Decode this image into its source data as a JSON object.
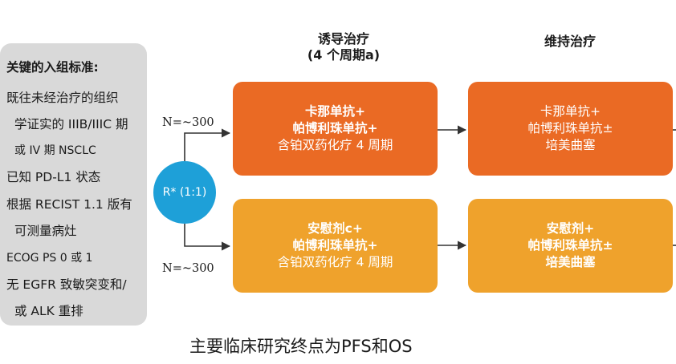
{
  "criteria": {
    "title": "关键的入组标准:",
    "items": [
      "既往未经治疗的组织",
      "学证实的 IIIB/IIIC 期",
      "或 IV 期 NSCLC",
      "已知 PD-L1 状态",
      "根据 RECIST 1.1 版有",
      "可测量病灶",
      "ECOG PS 0 或 1",
      "无 EGFR 致敏突变和/",
      "或 ALK 重排"
    ]
  },
  "phases": {
    "induction_title": "诱导治疗",
    "induction_sub": "(4 个周期a)",
    "maintenance_title": "维持治疗"
  },
  "randomization": {
    "label": "R* (1:1)"
  },
  "arms": [
    {
      "n_label": "N=~300",
      "induction": [
        "卡那单抗+",
        "帕博利珠单抗+",
        "含铂双药化疗 4 周期"
      ],
      "maintenance": [
        "卡那单抗+",
        "帕博利珠单抗±",
        "培美曲塞"
      ],
      "color": "#ea6a24"
    },
    {
      "n_label": "N=~300",
      "induction": [
        "安慰剂c+",
        "帕博利珠单抗+",
        "含铂双药化疗 4 周期"
      ],
      "maintenance": [
        "安慰剂+",
        "帕博利珠单抗±",
        "培美曲塞"
      ],
      "color": "#efa22c"
    }
  ],
  "endpoint": "主要临床研究终点为PFS和OS",
  "colors": {
    "criteria_bg": "#d9d9d9",
    "random_circle": "#1ea0d8",
    "arrow": "#333333"
  }
}
